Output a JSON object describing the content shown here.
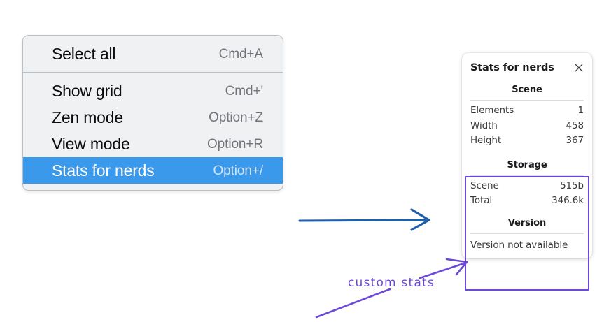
{
  "context_menu": {
    "groups": [
      {
        "items": [
          {
            "label": "Select all",
            "shortcut": "Cmd+A",
            "selected": false
          }
        ]
      },
      {
        "items": [
          {
            "label": "Show grid",
            "shortcut": "Cmd+'",
            "selected": false
          },
          {
            "label": "Zen mode",
            "shortcut": "Option+Z",
            "selected": false
          },
          {
            "label": "View mode",
            "shortcut": "Option+R",
            "selected": false
          },
          {
            "label": "Stats for nerds",
            "shortcut": "Option+/",
            "selected": true
          }
        ]
      }
    ],
    "selected_background": "#3b99eb"
  },
  "stats_panel": {
    "title": "Stats for nerds",
    "close_icon": "close-icon",
    "sections": [
      {
        "title": "Scene",
        "rows": [
          {
            "key": "Elements",
            "value": "1"
          },
          {
            "key": "Width",
            "value": "458"
          },
          {
            "key": "Height",
            "value": "367"
          }
        ]
      },
      {
        "title": "Storage",
        "rows": [
          {
            "key": "Scene",
            "value": "515b"
          },
          {
            "key": "Total",
            "value": "346.6k"
          }
        ]
      },
      {
        "title": "Version",
        "note": "Version not available"
      }
    ]
  },
  "annotations": {
    "label": "custom stats",
    "label_color": "#6d48d8",
    "highlight_color": "#6d48d8",
    "flow_arrow_color": "#1f5fa8"
  }
}
